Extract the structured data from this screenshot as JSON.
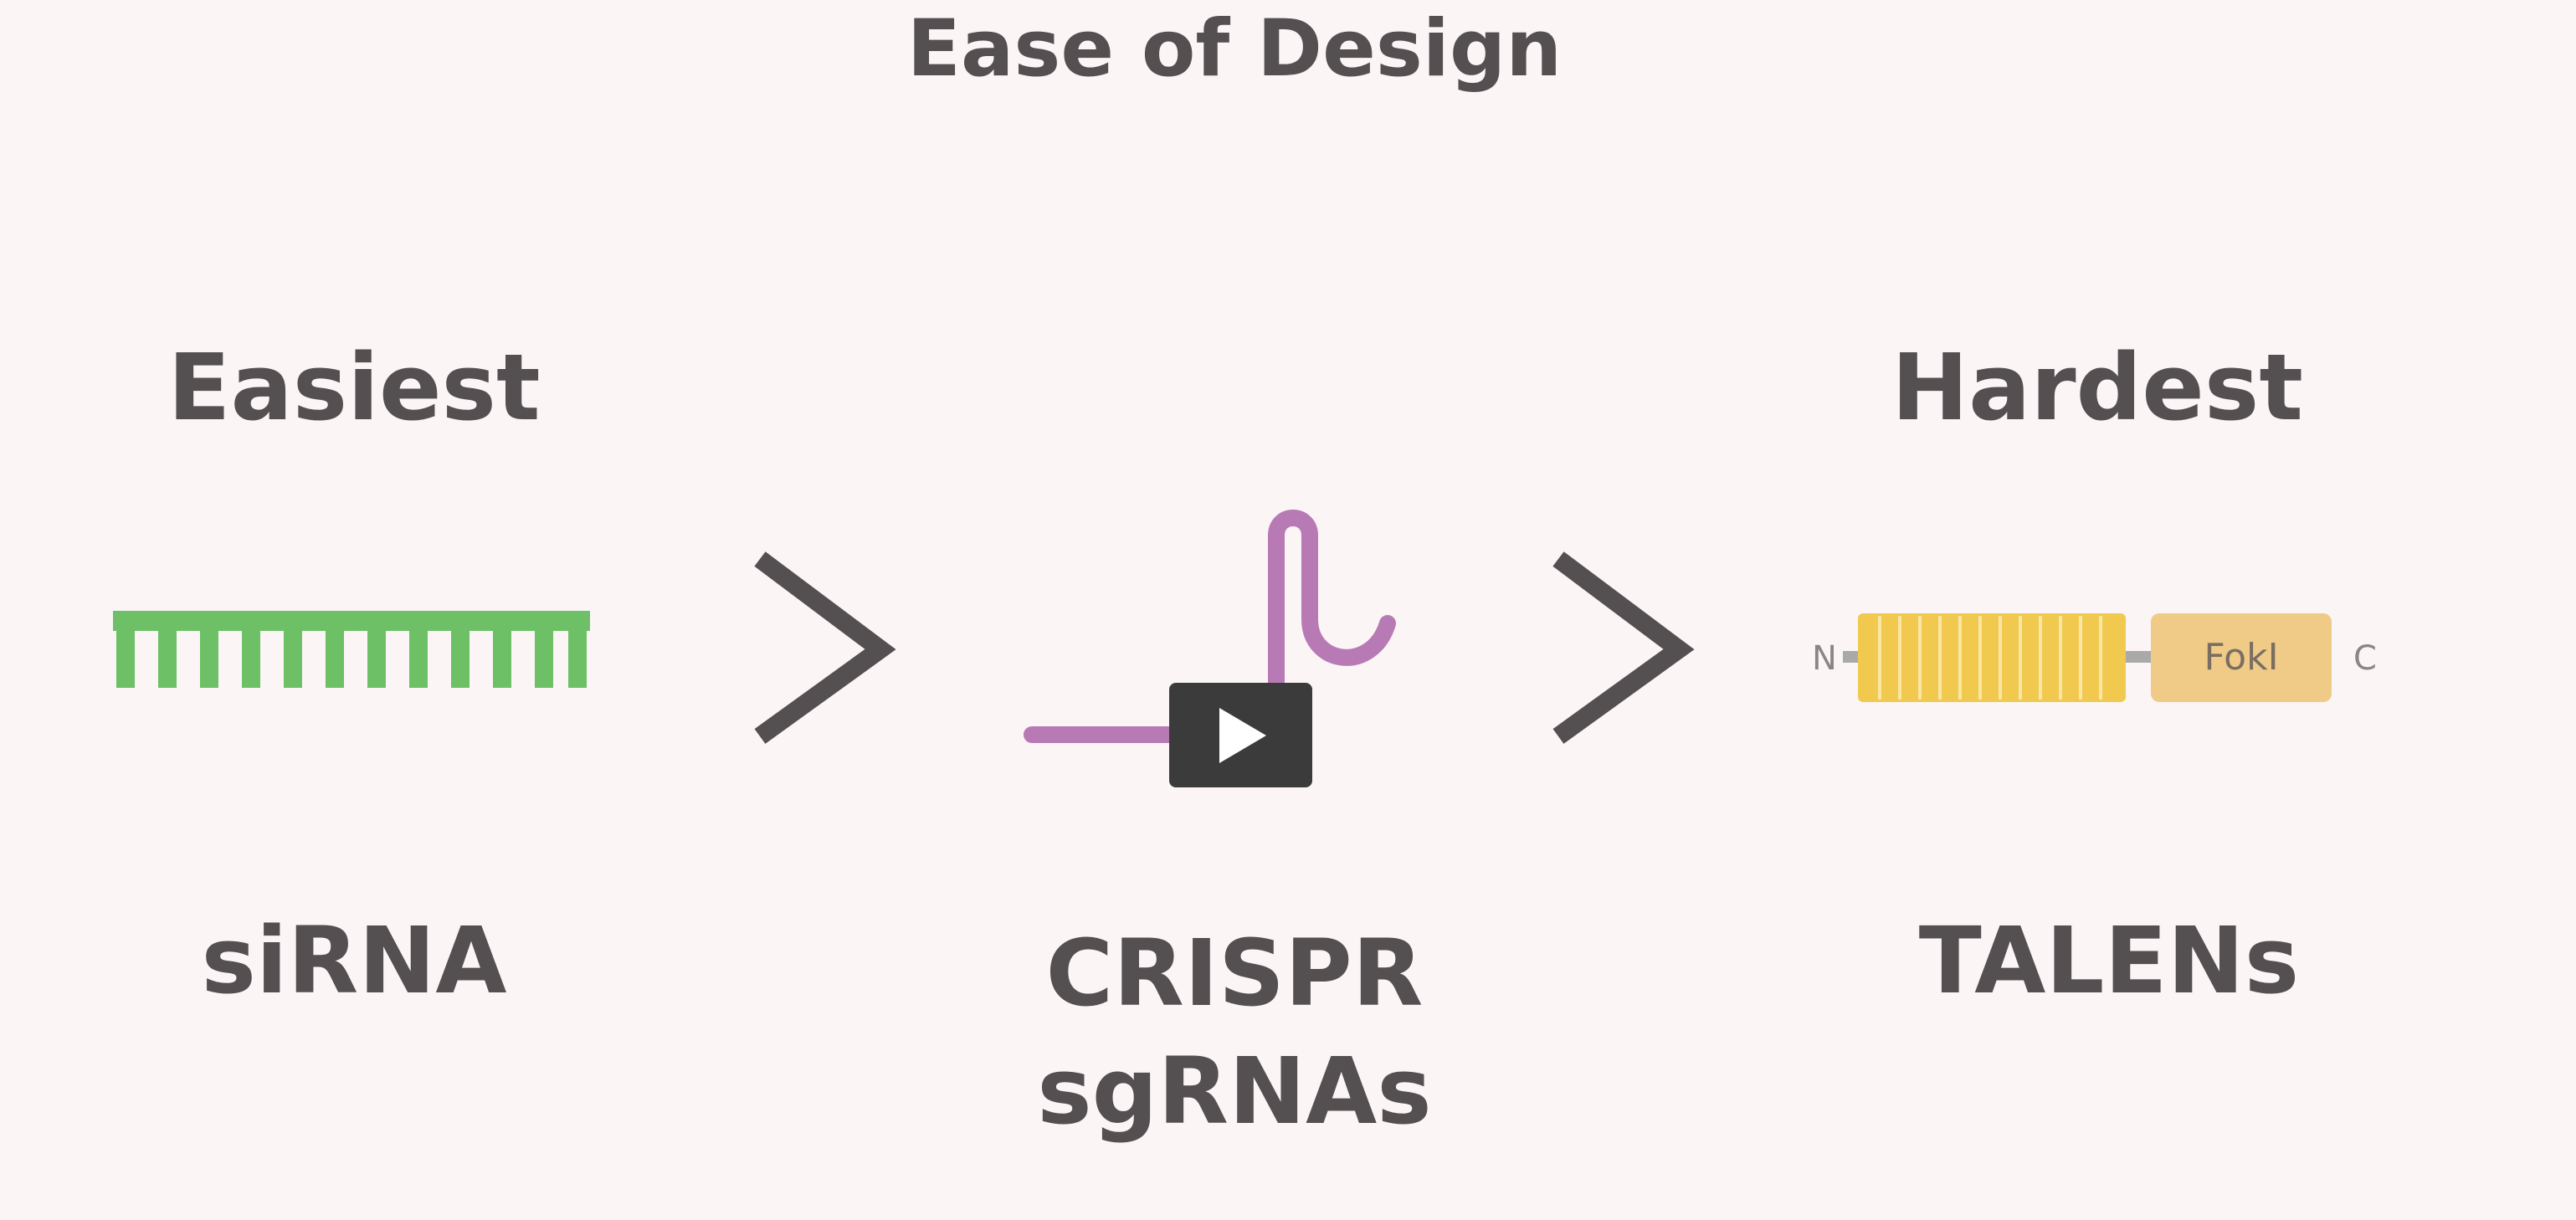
{
  "title": "Ease of Design",
  "scale": {
    "easiest_label": "Easiest",
    "hardest_label": "Hardest"
  },
  "items": [
    {
      "name": "siRNA",
      "color": "#6ec066"
    },
    {
      "name_line1": "CRISPR",
      "name_line2": "sgRNAs",
      "color": "#b87ab5"
    },
    {
      "name": "TALENs",
      "color": "#f1c94f",
      "domain_color": "#efcb87",
      "n_terminus": "N",
      "c_terminus": "C",
      "domain_label": "FokI"
    }
  ],
  "comparison_symbol": ">",
  "colors": {
    "background": "#fbf5f6",
    "text": "#545051",
    "arrow": "#545051",
    "linker": "#a9a9a9"
  },
  "player": {
    "control": "play-button"
  }
}
